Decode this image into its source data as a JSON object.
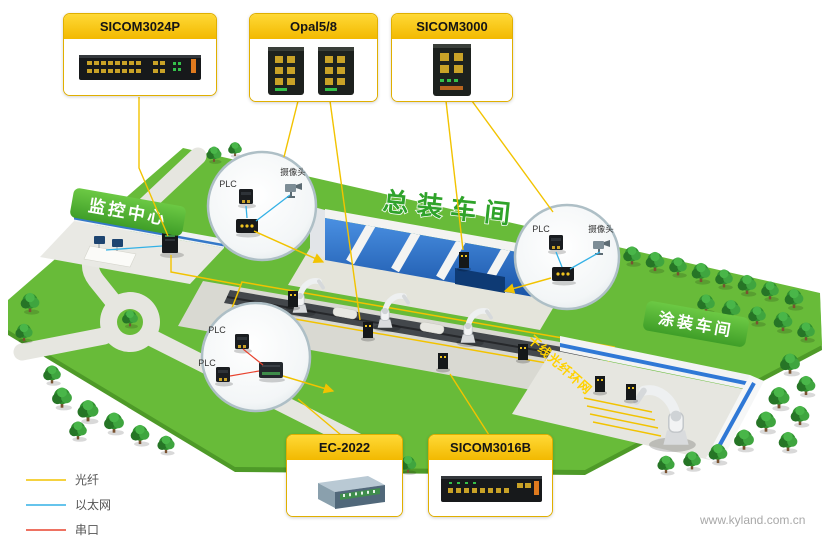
{
  "products": {
    "top": [
      {
        "name": "SICOM3024P"
      },
      {
        "name": "Opal5/8"
      },
      {
        "name": "SICOM3000"
      }
    ],
    "bottom": [
      {
        "name": "EC-2022"
      },
      {
        "name": "SICOM3016B"
      }
    ]
  },
  "scene": {
    "monitoring_center": "监控中心",
    "assembly_workshop": "总装车间",
    "painting_workshop": "涂装车间",
    "trunk_network": "干线光纤环网"
  },
  "callouts": {
    "plc": "PLC",
    "camera": "摄像头"
  },
  "legend": {
    "items": [
      {
        "label": "光纤",
        "color": "#f2c300"
      },
      {
        "label": "以太网",
        "color": "#33b1e6"
      },
      {
        "label": "串口",
        "color": "#e8432e"
      }
    ]
  },
  "watermark": "www.kyland.com.cn",
  "colors": {
    "fiber": "#f2c300",
    "ethernet": "#33b1e6",
    "serial": "#e8432e",
    "banner_green": "#4aa52e",
    "field_green": "#68bb39",
    "product_header_gold": "#f2b900"
  }
}
